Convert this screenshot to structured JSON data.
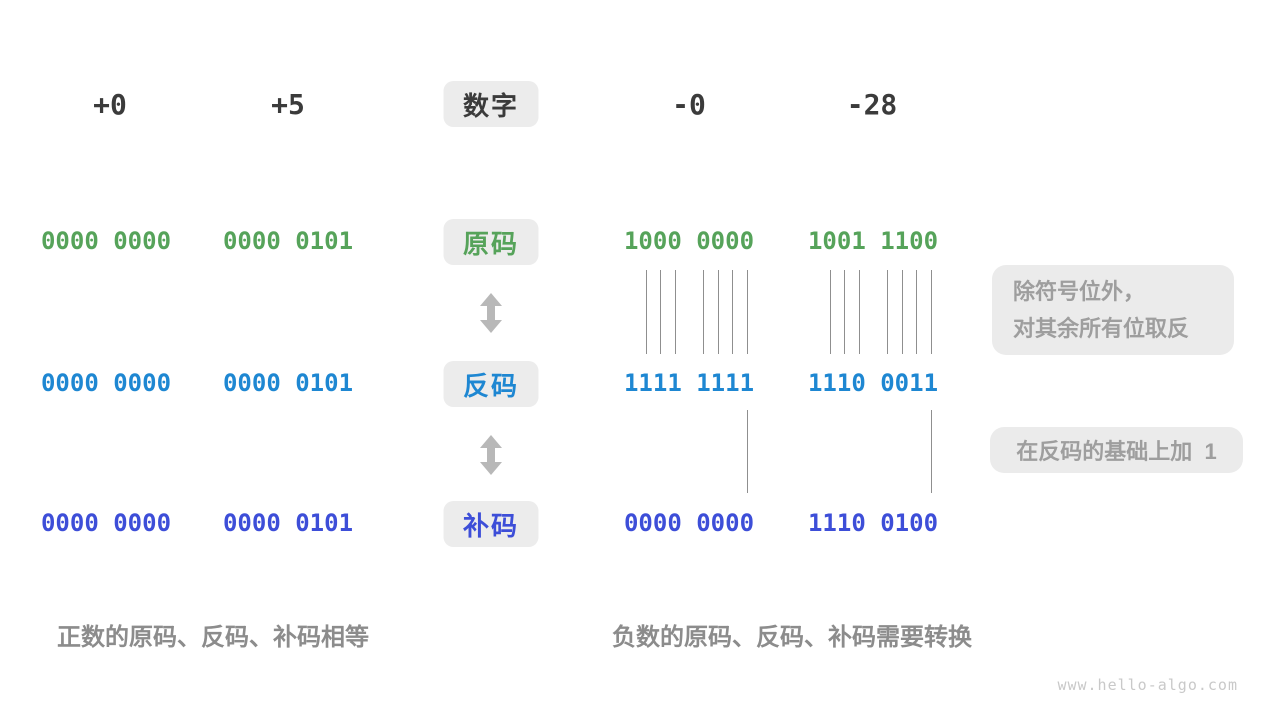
{
  "page": {
    "watermark": "www.hello-algo.com"
  },
  "colors": {
    "background": "#ffffff",
    "header_text": "#3b3b3b",
    "sign_magnitude_green": "#56a35a",
    "ones_complement_blue": "#1e87d2",
    "twos_complement_indigo": "#3d4ed8",
    "badge_background": "#ececec",
    "annotation_background": "#ebebeb",
    "annotation_text": "#9e9e9e",
    "caption_text": "#8c8c8c",
    "arrow_gray": "#b8b8b8",
    "tick_line": "#8f8f8f"
  },
  "header": {
    "badge_label": "数字",
    "columns": [
      "+0",
      "+5",
      "-0",
      "-28"
    ]
  },
  "rows": [
    {
      "badge_label": "原码",
      "values": [
        "0000 0000",
        "0000 0101",
        "1000 0000",
        "1001 1100"
      ]
    },
    {
      "badge_label": "反码",
      "values": [
        "0000 0000",
        "0000 0101",
        "1111 1111",
        "1110 0011"
      ]
    },
    {
      "badge_label": "补码",
      "values": [
        "0000 0000",
        "0000 0101",
        "0000 0000",
        "1110 0100"
      ]
    }
  ],
  "annotations": {
    "invert_note_line1": "除符号位外，",
    "invert_note_line2": "对其余所有位取反",
    "add_one_note": "在反码的基础上加  1"
  },
  "captions": {
    "positive": "正数的原码、反码、补码相等",
    "negative": "负数的原码、反码、补码需要转换"
  }
}
